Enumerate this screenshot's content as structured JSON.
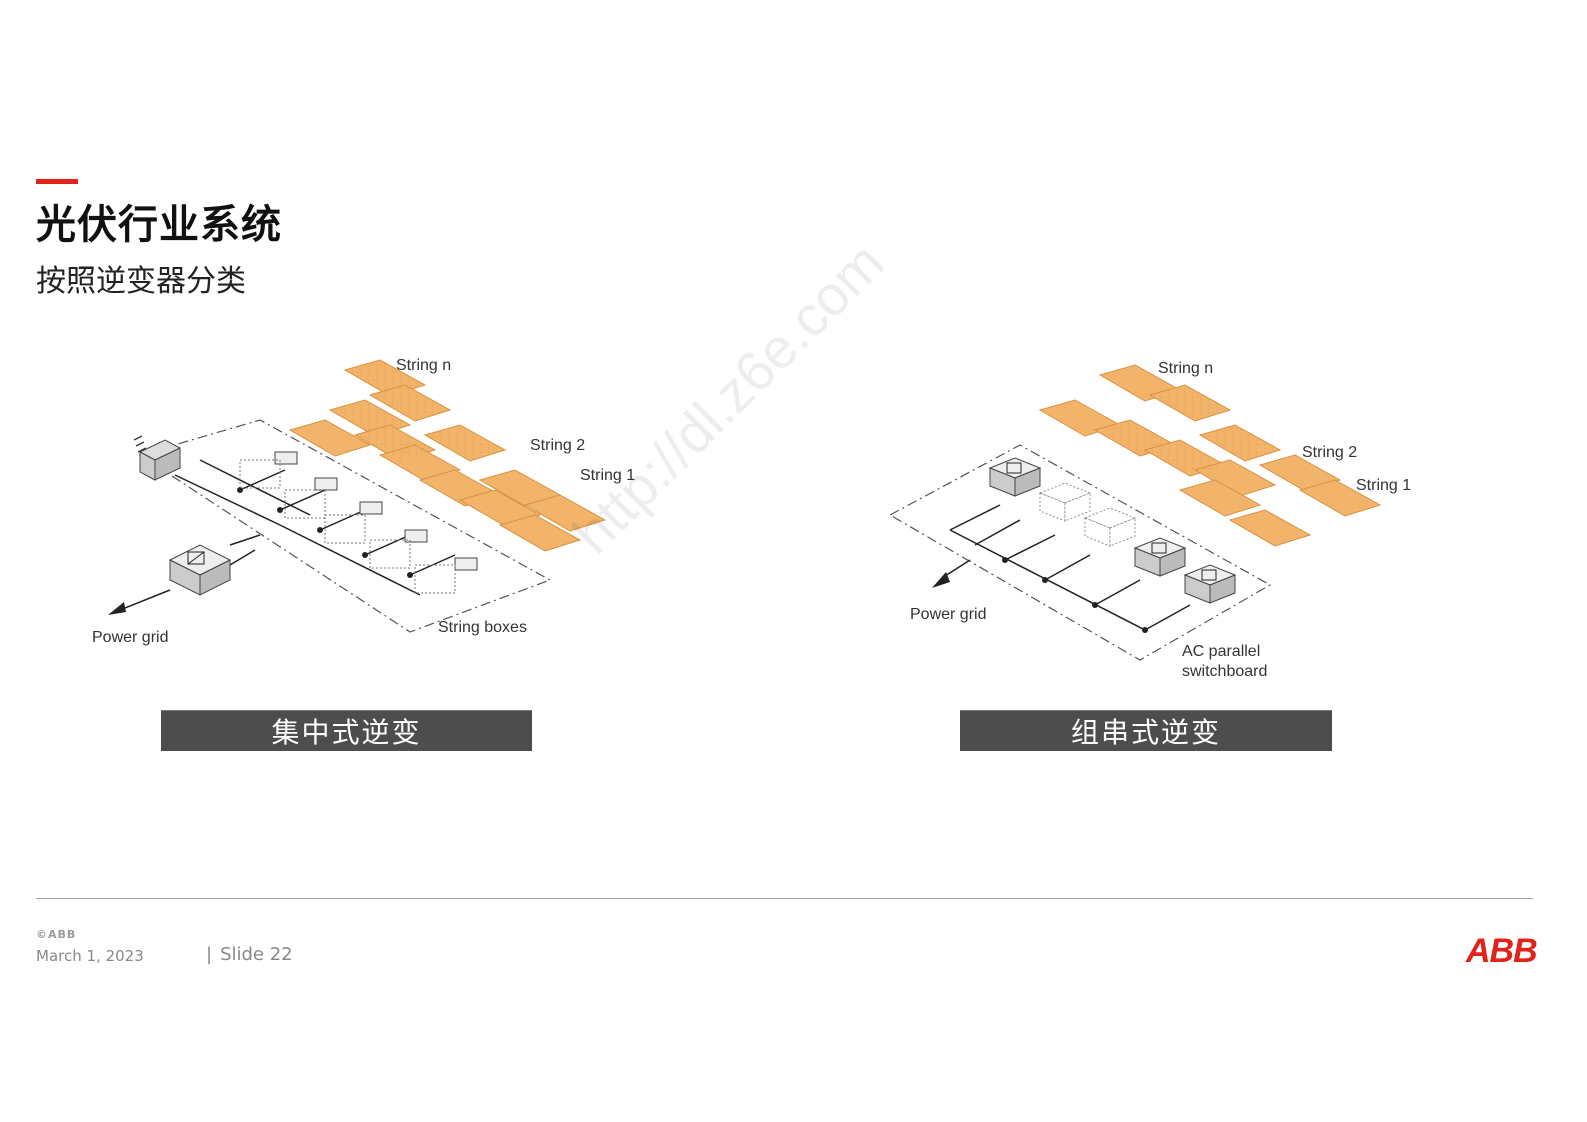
{
  "header": {
    "title": "光伏行业系统",
    "subtitle": "按照逆变器分类"
  },
  "colors": {
    "accent": "#e2231a",
    "panel": "#f2b36b",
    "caption_bg": "#4d4d4d"
  },
  "diagrams": {
    "left": {
      "labels": {
        "string_n": "String n",
        "string_2": "String 2",
        "string_1": "String 1",
        "power_grid": "Power grid",
        "string_boxes": "String boxes"
      },
      "caption": "集中式逆变"
    },
    "right": {
      "labels": {
        "string_n": "String n",
        "string_2": "String  2",
        "string_1": "String 1",
        "power_grid": "Power grid",
        "ac_line1": "AC parallel",
        "ac_line2": "switchboard"
      },
      "caption": "组串式逆变"
    }
  },
  "watermark": "http://dl.z6e.com",
  "footer": {
    "small_text": "©ABB",
    "date": "March 1, 2023",
    "slide": "Slide 22",
    "logo": "ABB"
  }
}
